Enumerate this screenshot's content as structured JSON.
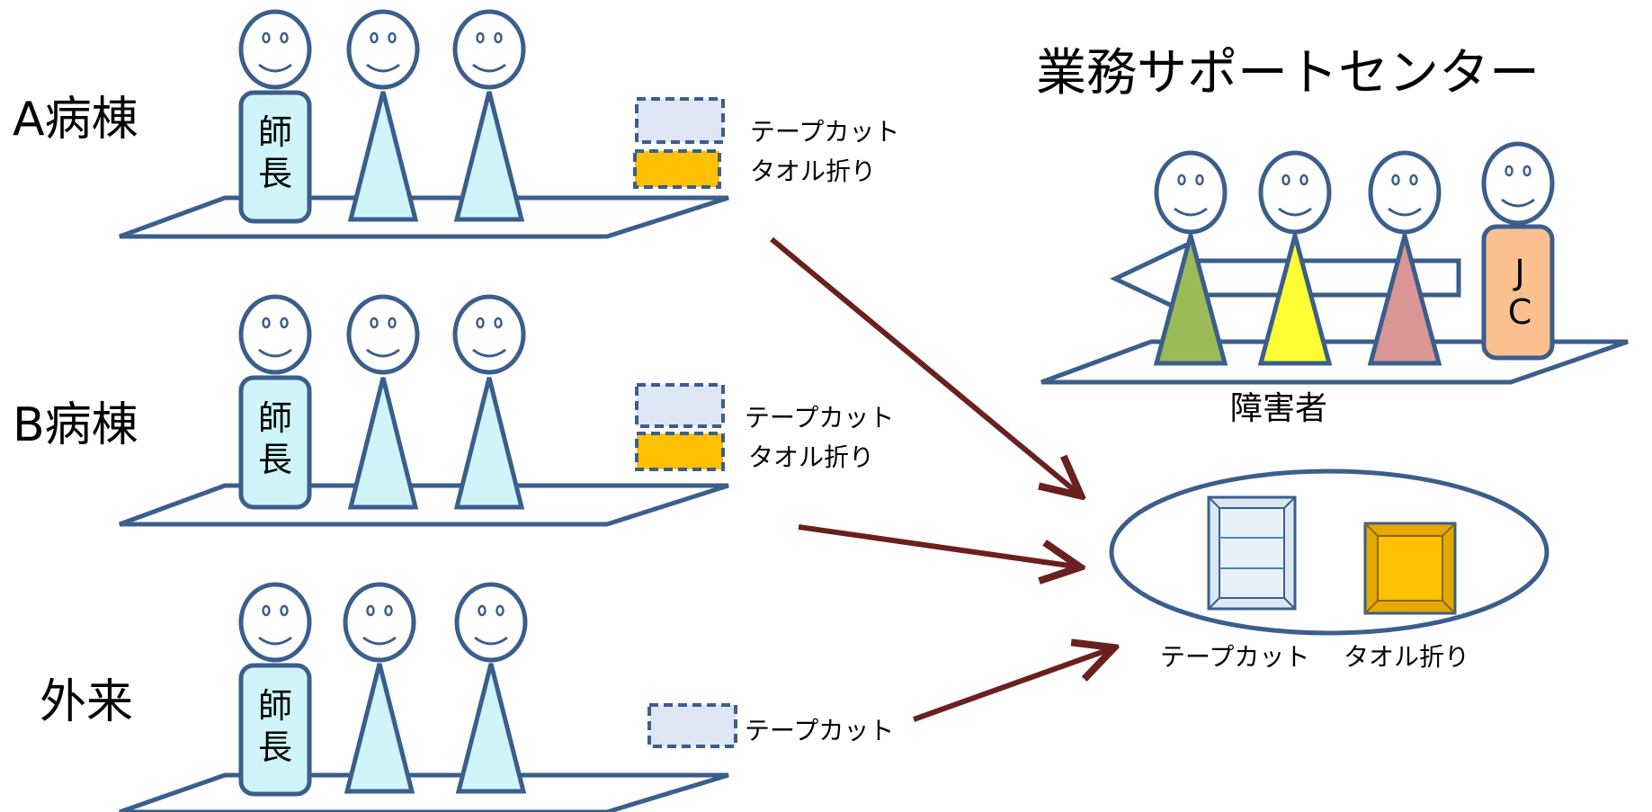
{
  "colors": {
    "outline": "#3b5e8c",
    "person_fill": "#ffffff",
    "body_fill": "#cff5fb",
    "arrow": "#6b2020",
    "tape_fill": "#dde6f2",
    "towel_fill": "#ffc000",
    "green": "#9bbb59",
    "yellow": "#ffff33",
    "pink": "#d99694",
    "orange": "#fac090"
  },
  "wards": [
    {
      "label": "A病棟",
      "leader": "師長",
      "tasks": [
        "テープカット",
        "タオル折り"
      ]
    },
    {
      "label": "B病棟",
      "leader": "師長",
      "tasks": [
        "テープカット",
        "タオル折り"
      ]
    },
    {
      "label": "外来",
      "leader": "師長",
      "tasks": [
        "テープカット"
      ]
    }
  ],
  "center": {
    "title": "業務サポートセンター",
    "group_label": "障害者",
    "coordinator_label": "J C",
    "jobs": [
      "テープカット",
      "タオル折り"
    ]
  }
}
